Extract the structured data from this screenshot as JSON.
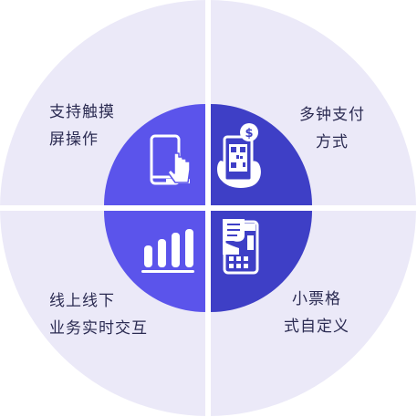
{
  "colors": {
    "outer_ring": "#ebe9f8",
    "divider": "#ffffff",
    "inner_left": "#5b54eb",
    "inner_right": "#3e3fc6",
    "icon": "#ffffff",
    "text": "#2b2b52"
  },
  "quadrants": [
    {
      "position": "top-left",
      "icon": "touch-screen-icon",
      "lines": [
        "支持触摸",
        "屏操作"
      ]
    },
    {
      "position": "top-right",
      "icon": "qr-payment-icon",
      "lines": [
        "多钟支付",
        "方式"
      ]
    },
    {
      "position": "bottom-left",
      "icon": "bar-chart-icon",
      "lines": [
        "线上线下",
        "业务实时交互"
      ]
    },
    {
      "position": "bottom-right",
      "icon": "receipt-printer-icon",
      "lines": [
        "小票格",
        "式自定义"
      ]
    }
  ]
}
